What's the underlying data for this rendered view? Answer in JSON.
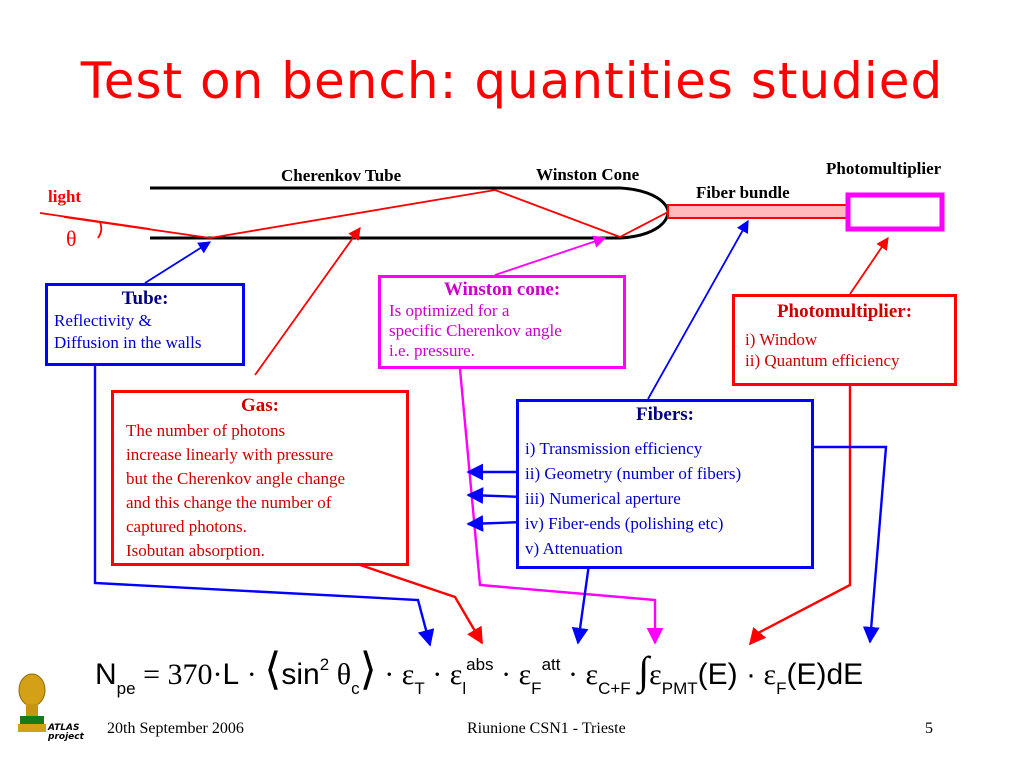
{
  "slide": {
    "title": "Test on bench: quantities studied"
  },
  "diagram": {
    "labels": {
      "light": "light",
      "theta": "θ",
      "cherenkov_tube": "Cherenkov Tube",
      "winston_cone": "Winston Cone",
      "fiber_bundle": "Fiber bundle",
      "photomultiplier": "Photomultiplier"
    },
    "colors": {
      "red": "#ff0000",
      "blue": "#0000ff",
      "magenta": "#ff00ff",
      "fiber_fill": "#ffbbbb"
    }
  },
  "boxes": {
    "tube": {
      "heading": "Tube:",
      "lines": [
        "Reflectivity &",
        "Diffusion in the walls"
      ]
    },
    "winston": {
      "heading": "Winston cone:",
      "lines": [
        "Is optimized for a",
        "specific Cherenkov angle",
        "i.e. pressure."
      ]
    },
    "photomultiplier": {
      "heading": "Photomultiplier:",
      "lines": [
        "i)  Window",
        "ii) Quantum efficiency"
      ]
    },
    "gas": {
      "heading": "Gas:",
      "lines": [
        "The number of photons",
        "increase linearly with pressure",
        "but the Cherenkov angle change",
        "and this change the number of",
        "captured photons.",
        "Isobutan absorption."
      ]
    },
    "fibers": {
      "heading": "Fibers:",
      "lines": [
        "i) Transmission efficiency",
        "ii) Geometry (number of fibers)",
        "iii) Numerical aperture",
        "iv) Fiber-ends (polishing etc)",
        "v) Attenuation"
      ]
    }
  },
  "formula": {
    "n": "N",
    "n_sub": "pe",
    "eq_const": "= 370·",
    "L": "L",
    "dot1": "·",
    "sin": "sin",
    "sin_sup": "2",
    "theta": "θ",
    "theta_sub": "c",
    "dot2": "·",
    "epsT": "ε",
    "epsT_sub": "T",
    "dot3": "·",
    "epsl": "ε",
    "epsl_sub": "l",
    "epsl_sup": "abs",
    "dot4": "·",
    "epsF": "ε",
    "epsF_sub": "F",
    "epsF_sup": "att",
    "dot5": "·",
    "epsCF": "ε",
    "epsCF_sub": "C+F",
    "integral": "∫",
    "epsPMT": "ε",
    "epsPMT_sub": "PMT",
    "E1": "(E) ·",
    "epsF2": "ε",
    "epsF2_sub": "F",
    "E2": "(E)dE"
  },
  "footer": {
    "logo": "ATLAS project",
    "date": "20th September 2006",
    "center": "Riunione CSN1 - Trieste",
    "page": "5"
  }
}
